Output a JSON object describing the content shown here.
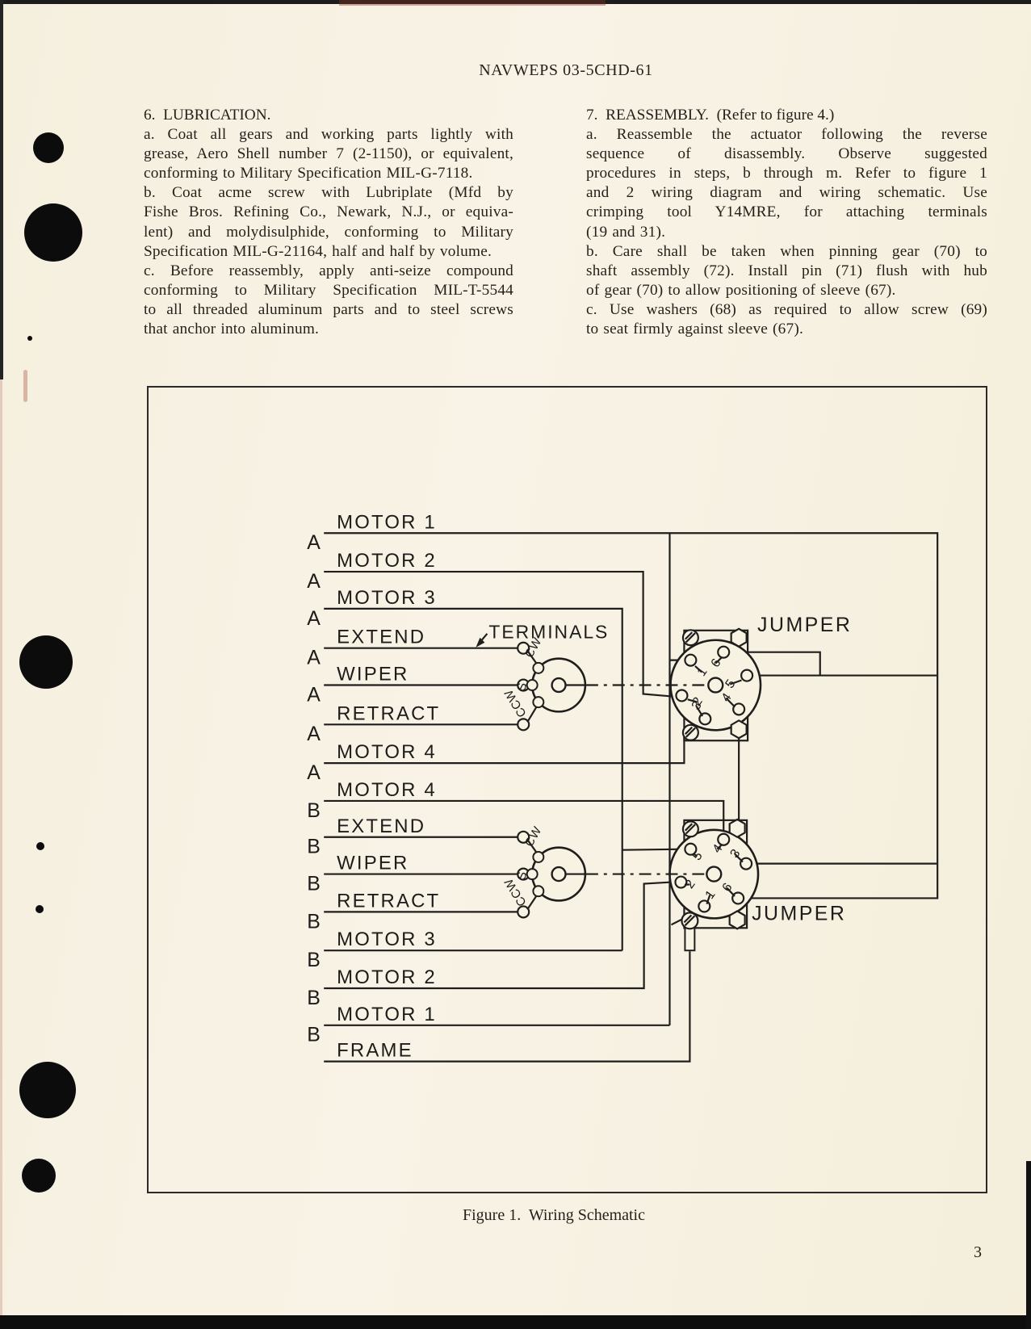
{
  "page": {
    "header": "NAVWEPS 03-5CHD-61",
    "page_number": "3",
    "figure_caption": "Figure 1.  Wiring Schematic"
  },
  "colors": {
    "paper": "#f7f2e2",
    "ink": "#241f19",
    "line": "#1f1e1c"
  },
  "columns": {
    "left": {
      "heading": "6.  LUBRICATION.",
      "paragraphs": [
        [
          "a. Coat all gears and working parts lightly with",
          "grease, Aero Shell number 7 (2-1150), or equivalent,",
          "conforming to Military Specification MIL-G-7118."
        ],
        [
          "b. Coat acme screw with Lubriplate (Mfd by",
          "Fishe Bros. Refining Co., Newark, N.J., or equiva-",
          "lent) and molydisulphide, conforming to Military",
          "Specification MIL-G-21164, half and half by volume."
        ],
        [
          "c. Before reassembly, apply anti-seize compound",
          "conforming to Military Specification MIL-T-5544",
          "to all threaded aluminum parts and to steel screws",
          "that anchor into aluminum."
        ]
      ]
    },
    "right": {
      "heading": "7.  REASSEMBLY.  (Refer to figure 4.)",
      "paragraphs": [
        [
          "a. Reassemble the actuator following the reverse",
          "sequence of disassembly.  Observe suggested",
          "procedures in steps, b through m.  Refer to figure 1",
          "and 2 wiring diagram and wiring schematic.  Use",
          "crimping tool Y14MRE, for attaching terminals",
          "(19 and 31)."
        ],
        [
          "b. Care shall be taken when pinning gear (70) to",
          "shaft assembly (72).  Install pin (71) flush with hub",
          "of gear (70) to allow positioning of sleeve (67).",
          ""
        ],
        [
          "c. Use washers (68) as required to allow screw (69)",
          "to seat firmly against sleeve (67)."
        ]
      ]
    }
  },
  "schematic": {
    "terminals_label": "TERMINALS",
    "rows": [
      {
        "prefix": "A",
        "label": "MOTOR 1"
      },
      {
        "prefix": "A",
        "label": "MOTOR 2"
      },
      {
        "prefix": "A",
        "label": "MOTOR 3"
      },
      {
        "prefix": "A",
        "label": "EXTEND"
      },
      {
        "prefix": "A",
        "label": "WIPER"
      },
      {
        "prefix": "A",
        "label": "RETRACT"
      },
      {
        "prefix": "A",
        "label": "MOTOR 4"
      },
      {
        "prefix": "B",
        "label": "MOTOR 4"
      },
      {
        "prefix": "B",
        "label": "EXTEND"
      },
      {
        "prefix": "B",
        "label": "WIPER"
      },
      {
        "prefix": "B",
        "label": "RETRACT"
      },
      {
        "prefix": "B",
        "label": "MOTOR 3"
      },
      {
        "prefix": "B",
        "label": "MOTOR 2"
      },
      {
        "prefix": "B",
        "label": "MOTOR 1"
      },
      {
        "prefix": "",
        "label": "FRAME"
      }
    ],
    "potentiometers": [
      {
        "id": "A",
        "terminal_labels": [
          "CW",
          "S",
          "CCW"
        ]
      },
      {
        "id": "B",
        "terminal_labels": [
          "CW",
          "S",
          "CCW"
        ]
      }
    ],
    "connectors": [
      {
        "id": "A",
        "jumper_label": "JUMPER",
        "pins_in_layout_order": [
          "1",
          "6",
          "5",
          "2",
          "3",
          "4"
        ]
      },
      {
        "id": "B",
        "jumper_label": "JUMPER",
        "pins_in_layout_order": [
          "4",
          "5",
          "3",
          "2",
          "1",
          "6"
        ]
      }
    ]
  }
}
